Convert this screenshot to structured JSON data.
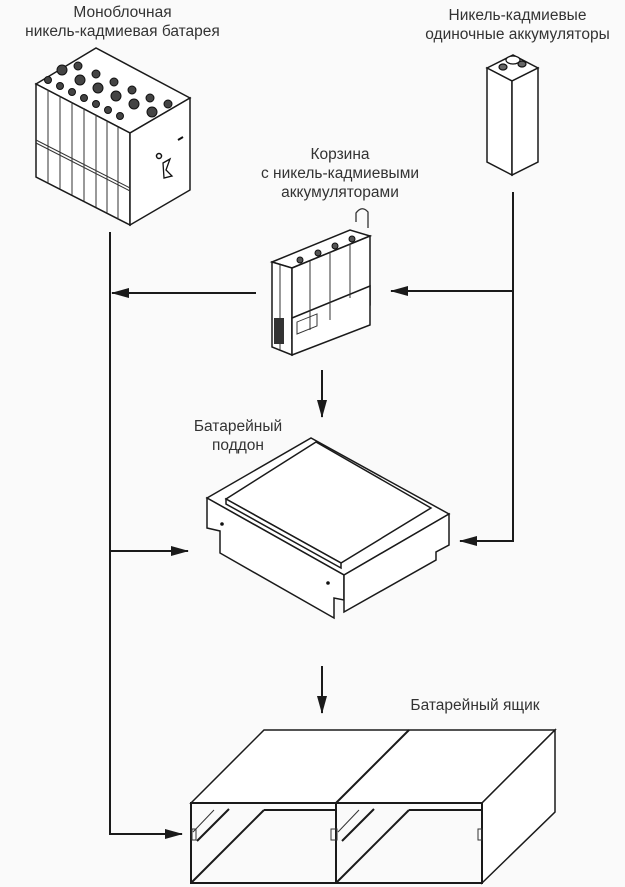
{
  "diagram": {
    "labels": {
      "monoblock": [
        "Моноблочная",
        "никель-кадмиевая батарея"
      ],
      "single_cells": [
        "Никель-кадмиевые",
        "одиночные аккумуляторы"
      ],
      "crate": [
        "Корзина",
        "с никель-кадмиевыми",
        "аккумуляторами"
      ],
      "tray": [
        "Батарейный",
        "поддон"
      ],
      "box": [
        "Батарейный ящик"
      ]
    },
    "nodes": [
      {
        "id": "monoblock",
        "name": "Моноблочная никель-кадмиевая батарея",
        "icon": "monoblock-battery-icon"
      },
      {
        "id": "single_cells",
        "name": "Никель-кадмиевые одиночные аккумуляторы",
        "icon": "single-cell-icon"
      },
      {
        "id": "crate",
        "name": "Корзина с никель-кадмиевыми аккумуляторами",
        "icon": "battery-crate-icon"
      },
      {
        "id": "tray",
        "name": "Батарейный поддон",
        "icon": "battery-tray-icon"
      },
      {
        "id": "box",
        "name": "Батарейный ящик",
        "icon": "battery-box-icon"
      }
    ],
    "edges": [
      {
        "from": "single_cells",
        "to": "crate"
      },
      {
        "from": "single_cells",
        "to": "tray"
      },
      {
        "from": "crate",
        "to": "monoblock-line"
      },
      {
        "from": "crate",
        "to": "tray"
      },
      {
        "from": "monoblock",
        "to": "tray"
      },
      {
        "from": "monoblock",
        "to": "box"
      },
      {
        "from": "tray",
        "to": "box"
      }
    ]
  }
}
